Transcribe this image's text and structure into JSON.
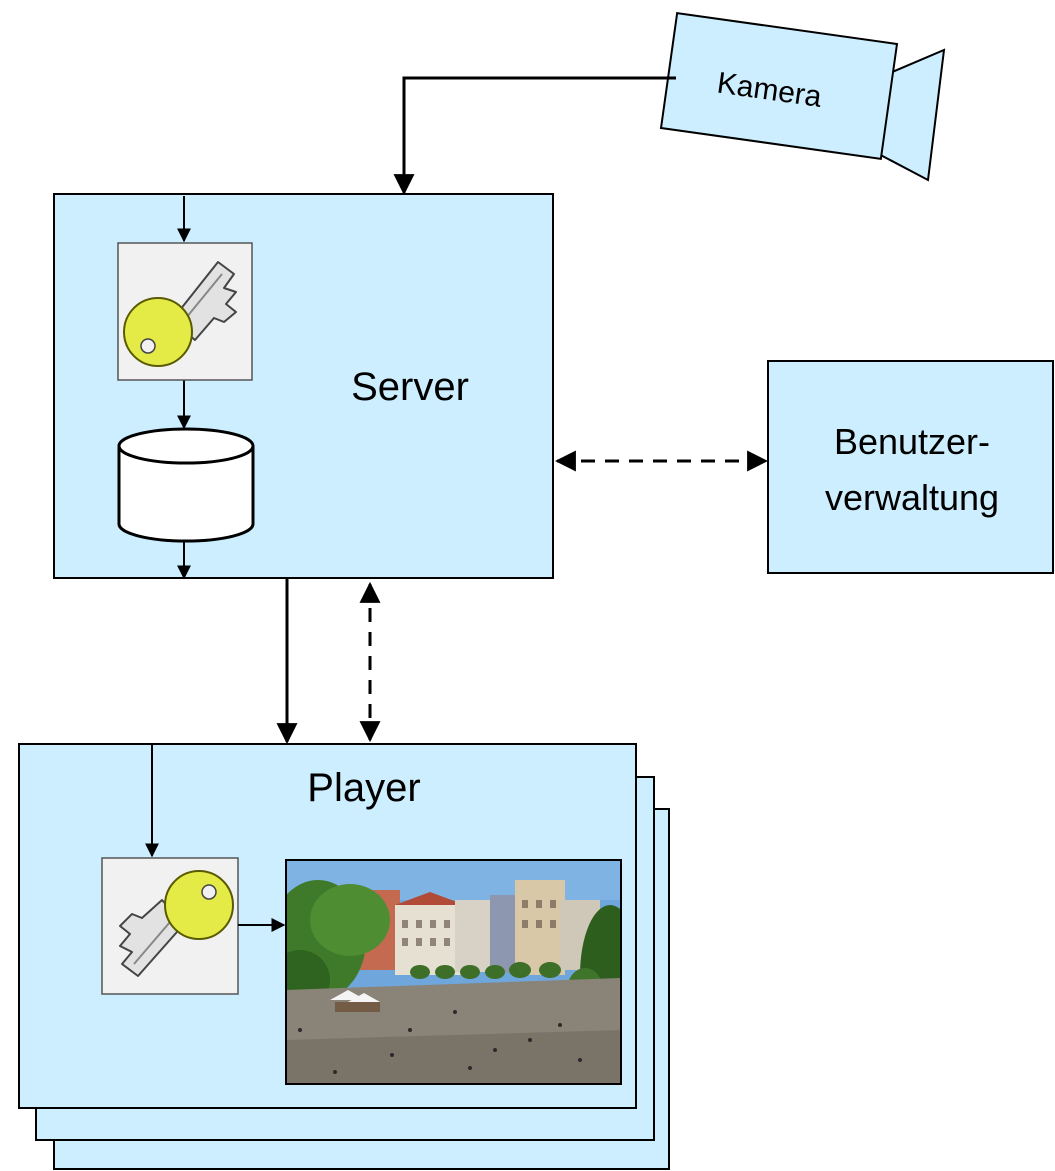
{
  "diagram": {
    "camera": {
      "label": "Kamera"
    },
    "server": {
      "label": "Server"
    },
    "user_management": {
      "label_line1": "Benutzer-",
      "label_line2": "verwaltung"
    },
    "player": {
      "label": "Player"
    }
  },
  "colors": {
    "box_fill": "#cceeff",
    "stroke": "#000000",
    "key_yellow": "#e4ea46",
    "key_silver": "#e2e2e2",
    "icon_bg": "#f1f1f1"
  }
}
